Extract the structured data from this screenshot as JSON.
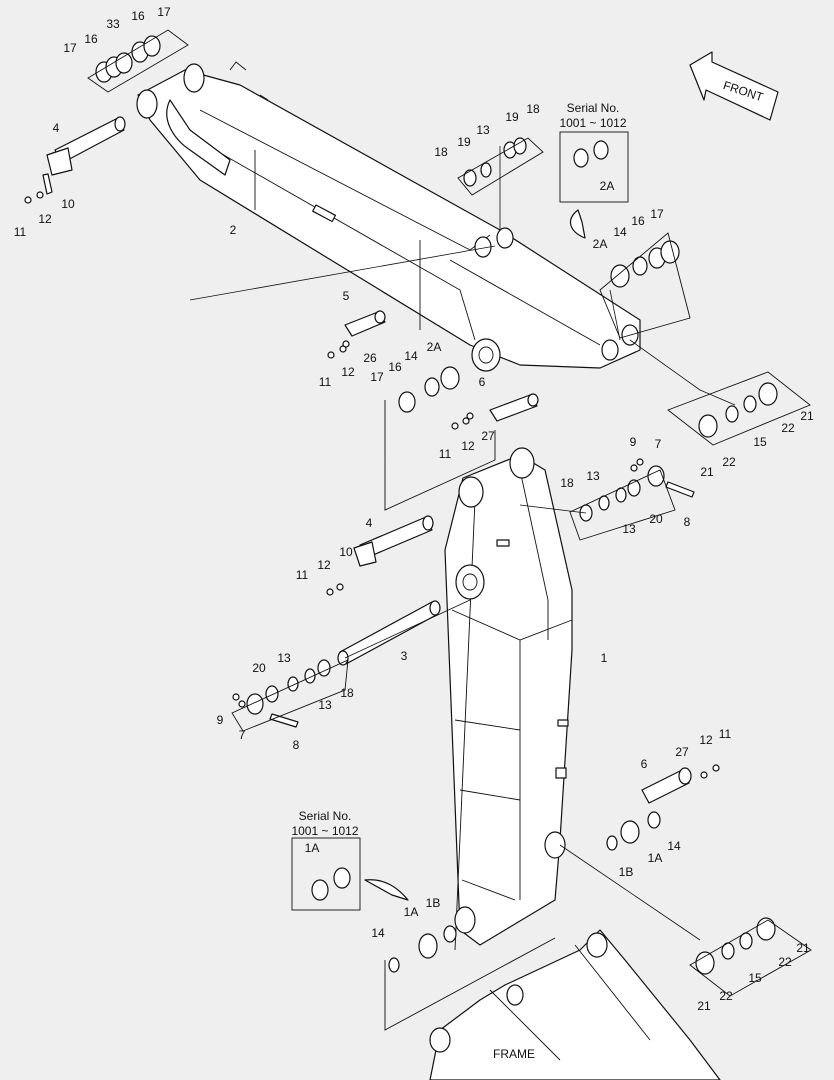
{
  "direction_label": "FRONT",
  "frame_label": "FRAME",
  "serial_boxes": [
    {
      "title": "Serial No.",
      "range": "1001 ~ 1012",
      "part": "2A"
    },
    {
      "title": "Serial No.",
      "range": "1001 ~ 1012",
      "part": "1A"
    }
  ],
  "callouts": [
    "17",
    "16",
    "33",
    "16",
    "17",
    "4",
    "10",
    "12",
    "11",
    "2",
    "18",
    "19",
    "13",
    "19",
    "18",
    "2A",
    "14",
    "16",
    "17",
    "5",
    "26",
    "12",
    "11",
    "14",
    "2A",
    "16",
    "17",
    "6",
    "27",
    "12",
    "11",
    "21",
    "22",
    "15",
    "22",
    "21",
    "9",
    "7",
    "18",
    "13",
    "13",
    "20",
    "8",
    "1",
    "4",
    "10",
    "12",
    "11",
    "3",
    "20",
    "13",
    "13",
    "18",
    "9",
    "7",
    "8",
    "6",
    "27",
    "12",
    "11",
    "14",
    "1A",
    "1B",
    "14",
    "1A",
    "1B",
    "21",
    "22",
    "15",
    "22",
    "21"
  ]
}
